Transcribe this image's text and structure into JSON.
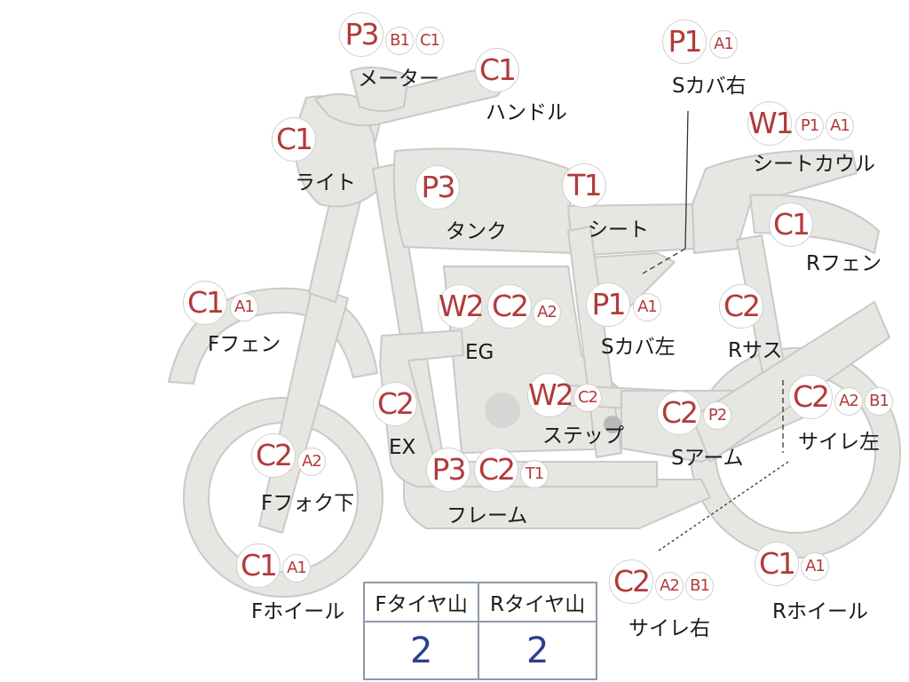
{
  "parts": {
    "meter": {
      "label": "メーター",
      "codes": [
        "P3",
        "B1",
        "C1"
      ]
    },
    "handle": {
      "label": "ハンドル",
      "codes": [
        "C1"
      ]
    },
    "cover_right": {
      "label": "Sカバ右",
      "codes": [
        "P1",
        "A1"
      ]
    },
    "seat_cowl": {
      "label": "シートカウル",
      "codes": [
        "W1",
        "P1",
        "A1"
      ]
    },
    "light": {
      "label": "ライト",
      "codes": [
        "C1"
      ]
    },
    "tank": {
      "label": "タンク",
      "codes": [
        "P3"
      ]
    },
    "seat": {
      "label": "シート",
      "codes": [
        "T1"
      ]
    },
    "rear_fender": {
      "label": "Rフェン",
      "codes": [
        "C1"
      ]
    },
    "front_fender": {
      "label": "Fフェン",
      "codes": [
        "C1",
        "A1"
      ]
    },
    "engine": {
      "label": "EG",
      "codes": [
        "W2",
        "C2",
        "A2"
      ]
    },
    "cover_left": {
      "label": "Sカバ左",
      "codes": [
        "P1",
        "A1"
      ]
    },
    "rear_suspension": {
      "label": "Rサス",
      "codes": [
        "C2"
      ]
    },
    "exhaust": {
      "label": "EX",
      "codes": [
        "C2"
      ]
    },
    "step": {
      "label": "ステップ",
      "codes": [
        "W2",
        "C2"
      ]
    },
    "swing_arm": {
      "label": "Sアーム",
      "codes": [
        "C2",
        "P2"
      ]
    },
    "muffler_left": {
      "label": "サイレ左",
      "codes": [
        "C2",
        "A2",
        "B1"
      ]
    },
    "front_fork": {
      "label": "Fフォク下",
      "codes": [
        "C2",
        "A2"
      ]
    },
    "frame": {
      "label": "フレーム",
      "codes": [
        "P3",
        "C2",
        "T1"
      ]
    },
    "front_wheel": {
      "label": "Fホイール",
      "codes": [
        "C1",
        "A1"
      ]
    },
    "muffler_right": {
      "label": "サイレ右",
      "codes": [
        "C2",
        "A2",
        "B1"
      ]
    },
    "rear_wheel": {
      "label": "Rホイール",
      "codes": [
        "C1",
        "A1"
      ]
    }
  },
  "tire_table": {
    "headers": [
      "Fタイヤ山",
      "Rタイヤ山"
    ],
    "values": [
      "2",
      "2"
    ]
  },
  "colors": {
    "bike_fill": "#e6e6e3",
    "bike_stroke": "#c9c9c9",
    "badge_text": "#b23a3a",
    "table_value": "#2c3f8f",
    "table_border": "#8c9aa8"
  }
}
